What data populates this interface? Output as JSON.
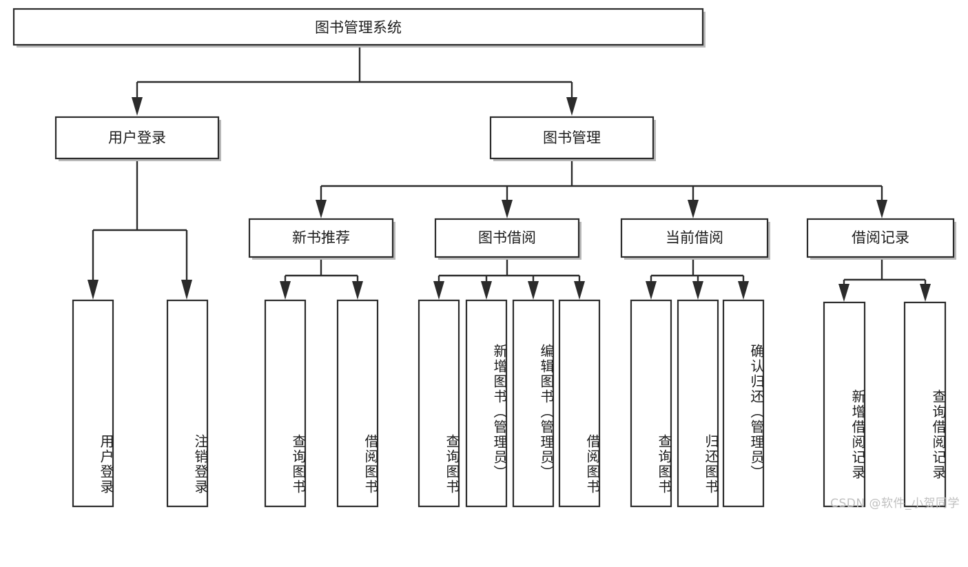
{
  "diagram": {
    "title": "图书管理系统",
    "type": "hierarchy-tree",
    "watermark": "CSDN @软件_小贺同学",
    "colors": {
      "box_fill": "#ffffff",
      "box_stroke": "#2b2b2b",
      "text": "#1c1c1c",
      "shadow": "#b9b9b9",
      "watermark": "#c0c0c0",
      "background": "#ffffff"
    },
    "root": {
      "label": "图书管理系统"
    },
    "level2": [
      {
        "label": "用户登录"
      },
      {
        "label": "图书管理"
      }
    ],
    "level3": [
      {
        "label": "新书推荐"
      },
      {
        "label": "图书借阅"
      },
      {
        "label": "当前借阅"
      },
      {
        "label": "借阅记录"
      }
    ],
    "leaves": {
      "user_login": [
        {
          "label": "用户登录"
        },
        {
          "label": "注销登录"
        }
      ],
      "new_book_recommend": [
        {
          "label": "查询图书"
        },
        {
          "label": "借阅图书"
        }
      ],
      "book_borrow": [
        {
          "label": "查询图书"
        },
        {
          "label": "新增图书（管理员）"
        },
        {
          "label": "编辑图书（管理员）"
        },
        {
          "label": "借阅图书"
        }
      ],
      "current_borrow": [
        {
          "label": "查询图书"
        },
        {
          "label": "归还图书"
        },
        {
          "label": "确认归还（管理员）"
        }
      ],
      "borrow_record": [
        {
          "label": "新增借阅记录"
        },
        {
          "label": "查询借阅记录"
        }
      ]
    }
  }
}
